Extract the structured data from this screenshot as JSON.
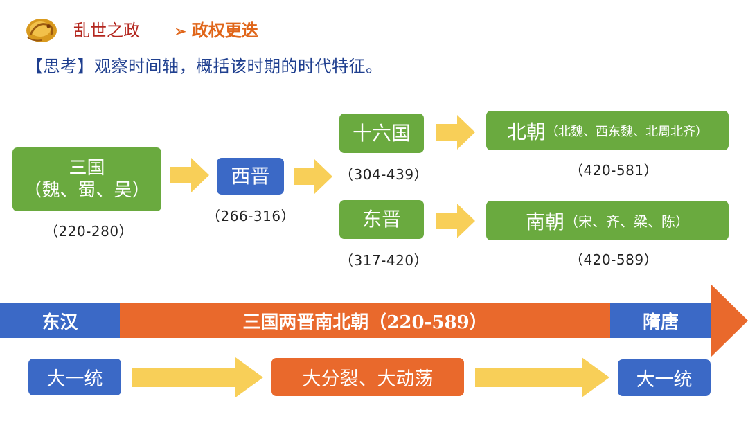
{
  "header": {
    "section_title": "乱世之政",
    "sub_title": "政权更迭",
    "question": "【思考】观察时间轴，概括该时期的时代特征。"
  },
  "diagram": {
    "three_kingdoms": {
      "line1": "三国",
      "line2": "（魏、蜀、吴）",
      "date": "（220-280）"
    },
    "western_jin": {
      "label": "西晋",
      "date": "（266-316）"
    },
    "sixteen_kingdoms": {
      "label": "十六国",
      "date": "（304-439）"
    },
    "eastern_jin": {
      "label": "东晋",
      "date": "（317-420）"
    },
    "northern_dynasties": {
      "label": "北朝",
      "detail": "（北魏、西东魏、北周北齐）",
      "date": "（420-581）"
    },
    "southern_dynasties": {
      "label": "南朝",
      "detail": "（宋、齐、梁、陈）",
      "date": "（420-589）"
    }
  },
  "timeline": {
    "left": "东汉",
    "middle": "三国两晋南北朝（220-589）",
    "right": "隋唐"
  },
  "features": {
    "left": "大一统",
    "middle": "大分裂、大动荡",
    "right": "大一统"
  },
  "colors": {
    "green": "#6aaa3f",
    "blue": "#3b69c6",
    "orange": "#e9692c",
    "arrow_yellow": "#f8cf58",
    "title_red": "#b3261e"
  }
}
